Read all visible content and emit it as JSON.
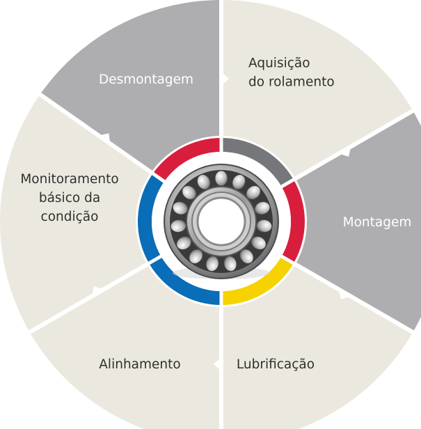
{
  "colors": {
    "segment_light": "#ebe9df",
    "segment_dark": "#aeaeb1",
    "divider": "#ffffff",
    "text_dark": "#2f2f2f",
    "text_light": "#ffffff",
    "ring_red": "#d81e3c",
    "ring_grey": "#76777a",
    "ring_yellow": "#f6d200",
    "ring_blue": "#0a6db7",
    "center_bg": "#ffffff"
  },
  "segments": [
    {
      "id": "desmontagem",
      "lines": [
        "Desmontagem"
      ],
      "fill": "dark"
    },
    {
      "id": "aquisicao",
      "lines": [
        "Aquisição",
        "do rolamento"
      ],
      "fill": "light"
    },
    {
      "id": "montagem",
      "lines": [
        "Montagem"
      ],
      "fill": "dark"
    },
    {
      "id": "lubrificacao",
      "lines": [
        "Lubrificação"
      ],
      "fill": "light"
    },
    {
      "id": "alinhamento",
      "lines": [
        "Alinhamento"
      ],
      "fill": "light"
    },
    {
      "id": "monitoramento",
      "lines": [
        "Monitoramento",
        "básico da",
        "condição"
      ],
      "fill": "light"
    }
  ],
  "center_icon": "bearing-icon"
}
